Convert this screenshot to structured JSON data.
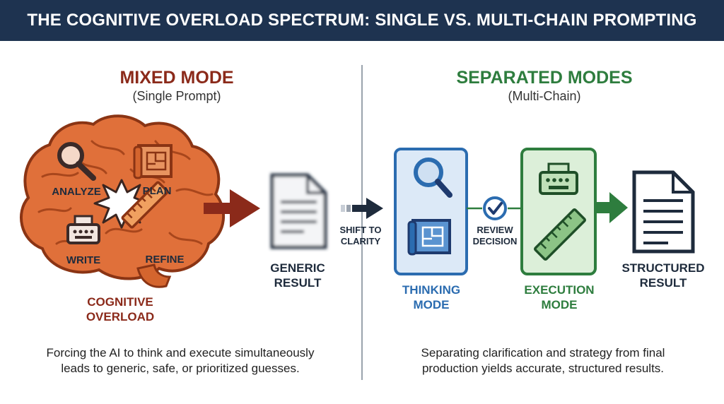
{
  "title": "THE COGNITIVE OVERLOAD SPECTRUM: SINGLE VS. MULTI-CHAIN PROMPTING",
  "left": {
    "heading": "MIXED MODE",
    "subheading": "(Single Prompt)",
    "brain_labels": {
      "analyze": "ANALYZE",
      "plan": "PLAN",
      "write": "WRITE",
      "refine": "REFINE"
    },
    "overload_line1": "COGNITIVE",
    "overload_line2": "OVERLOAD",
    "result_line1": "GENERIC",
    "result_line2": "RESULT",
    "caption_line1": "Forcing the AI to think and execute simultaneously",
    "caption_line2": "leads to generic, safe, or prioritized guesses."
  },
  "center": {
    "shift_line1": "SHIFT TO",
    "shift_line2": "CLARITY"
  },
  "right": {
    "heading": "SEPARATED MODES",
    "subheading": "(Multi-Chain)",
    "thinking_line1": "THINKING",
    "thinking_line2": "MODE",
    "review_line1": "REVIEW",
    "review_line2": "DECISION",
    "execution_line1": "EXECUTION",
    "execution_line2": "MODE",
    "result_line1": "STRUCTURED",
    "result_line2": "RESULT",
    "caption_line1": "Separating clarification and strategy from final",
    "caption_line2": "production yields accurate, structured results."
  },
  "colors": {
    "title_bar": "#1e3350",
    "mixed": "#8b2a1a",
    "separated": "#2e7d3e",
    "thinking_blue": "#2b6cb0",
    "brain_orange": "#e0703a",
    "navy": "#1e2b3c"
  },
  "icons": [
    "magnifier-icon",
    "blueprint-icon",
    "typewriter-icon",
    "ruler-icon",
    "document-icon",
    "checkmark-icon",
    "arrow-icon",
    "burst-icon"
  ]
}
